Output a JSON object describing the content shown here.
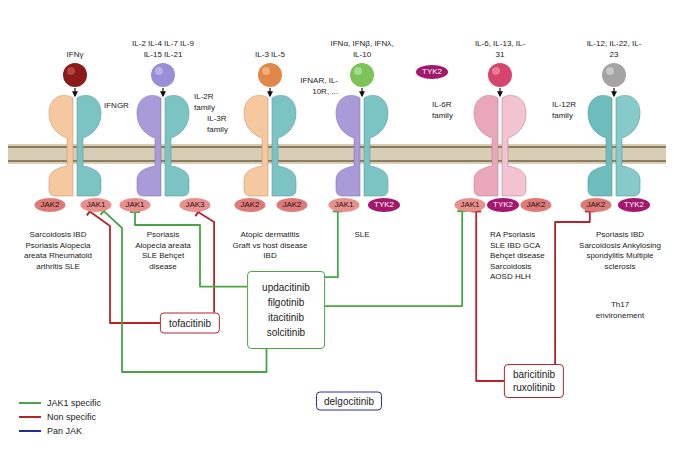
{
  "diagram": {
    "nodes": [
      {
        "text": [
          "JAK2"
        ]
      },
      {
        "text": [
          "JAK1"
        ]
      },
      {
        "text": [
          "JAK1"
        ]
      },
      {
        "text": [
          "JAK3"
        ]
      },
      {
        "text": [
          "JAK2"
        ]
      },
      {
        "text": [
          "JAK2"
        ]
      },
      {
        "text": [
          "JAK1"
        ]
      },
      {
        "text": [
          "TYK2"
        ]
      },
      {
        "text": [
          "TYK2"
        ]
      },
      {
        "text": [
          "JAK1"
        ]
      },
      {
        "text": [
          "TYK2"
        ]
      },
      {
        "text": [
          "JAK2"
        ]
      },
      {
        "text": [
          "JAK2"
        ]
      },
      {
        "text": [
          "TYK2"
        ]
      },
      {
        "text": [
          "tofacitinib"
        ]
      },
      {
        "text": [
          "updacitinib filgotinib itacitinib solcitinib"
        ]
      },
      {
        "text": [
          "delgocitinib"
        ]
      },
      {
        "text": [
          "baricitinib ruxolitinib"
        ]
      }
    ],
    "edges": [
      {
        "from": 14,
        "to": 1,
        "arrow": "to"
      },
      {
        "from": 14,
        "to": 3,
        "arrow": "to"
      },
      {
        "from": 15,
        "to": 1,
        "arrow": "to"
      },
      {
        "from": 15,
        "to": 2,
        "arrow": "to"
      },
      {
        "from": 15,
        "to": 6,
        "arrow": "to"
      },
      {
        "from": 15,
        "to": 9,
        "arrow": "to"
      },
      {
        "from": 17,
        "to": 9,
        "arrow": "to"
      },
      {
        "from": 17,
        "to": 12,
        "arrow": "to"
      }
    ],
    "labels": [
      "IFNγ",
      "IL-2 IL-4 IL-7 IL-9 IL-15 IL-21",
      "IL-3 IL-5",
      "IFNα, IFNβ, IFNλ, IL-10",
      "IL-6, IL-13, IL-31",
      "IL-12, IL-22, IL-23",
      "IFNGR",
      "IL-2R family",
      "IL-3R family",
      "IFNAR, IL-10R, ...",
      "IL-6R family",
      "IL-12R family",
      "Sarcoidosis IBD Psoriasis Alopecia areata Rheumatoid arthritis SLE",
      "Psoriasis Alopecia areata SLE Behçet disease",
      "Atopic dermatitis Graft vs host disease IBD",
      "SLE",
      "RA Psoriasis SLE IBD GCA Behçet disease Sarcoidosis AOSD HLH",
      "Psoriasis IBD Sarcoidosis Ankylosing spondylitis Multiple sclerosis",
      "Th17 environement"
    ],
    "legend": [
      {
        "text": "JAK1 specific"
      },
      {
        "text": "Non specific"
      },
      {
        "text": "Pan JAK"
      }
    ]
  }
}
